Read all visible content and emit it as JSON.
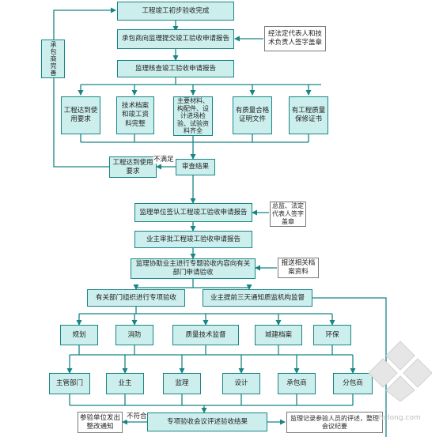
{
  "nodes": {
    "n1": "工程竣工初步验收完成",
    "n2": "承包商向监理提交竣工验收申请报告",
    "n2_note": "经法定代表人和技术负责人签字盖章",
    "n3": "监理核查竣工验收申请报告",
    "check1": "工程达到使用要求",
    "check2": "技术档案和竣工资料完整",
    "check3": "主要材料、构配件、设计进场检验、试验资料齐全",
    "check4": "有质量合格证明文件",
    "check5": "有工程质量保修证书",
    "feedback_left": "承包商完善",
    "not_met": "工程达到使用要求",
    "review": "审查结果",
    "n5": "监理单位签认工程竣工验收申请报告",
    "n5_note": "总监、法定代表人签字盖章",
    "n6": "业主审批工程竣工验收申请报告",
    "n7": "监理协助业主进行专题验收内容向有关部门申请验收",
    "n7_note": "报送相关档案资料",
    "n8_left": "有关部门组织进行专项验收",
    "n8_right": "业主提前三天通知质监机构监督",
    "special": [
      "规划",
      "消防",
      "质量技术监督",
      "城建档案",
      "环保"
    ],
    "parties": [
      "主管部门",
      "业主",
      "监理",
      "设计",
      "承包商",
      "分包商"
    ],
    "final": "专项验收会议评述验收结果",
    "final_left": "参验单位发出整改通知",
    "final_right": "监理记录参验人员的评述，整理会议纪要"
  },
  "labels": {
    "not_satisfied": "不满足",
    "not_conform": "不符合"
  },
  "watermark": "zhulong.com"
}
